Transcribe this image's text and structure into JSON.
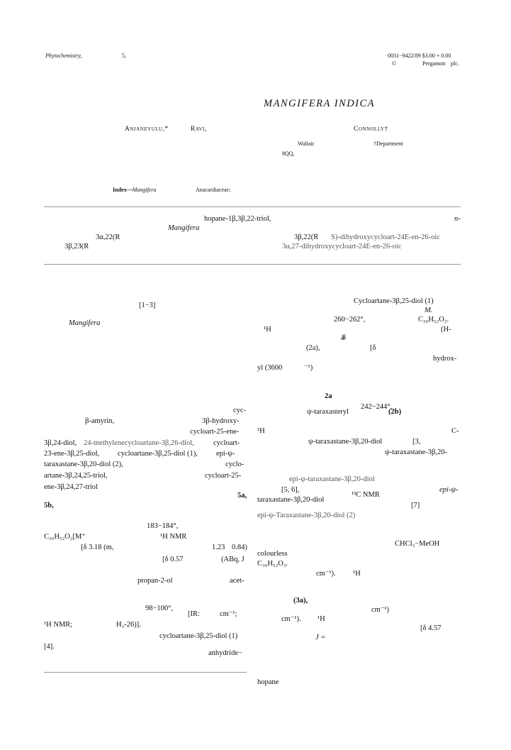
{
  "header": {
    "journal": "Phytochemistry,",
    "volume_frag": "5,",
    "issn_price": "0031−9422/89 $3.00 + 0.00",
    "copyright": "©",
    "publisher": "Pergamon",
    "publisher_suffix": "plc."
  },
  "article": {
    "title": "MANGIFERA INDICA",
    "author_1": "Anjaneyulu,*",
    "author_2": "Ravi,",
    "author_3": "Connolly†",
    "affil_1": "Waltair",
    "affil_2": "†Department",
    "affil_3": "8QQ,"
  },
  "keywords": {
    "label": "Index—",
    "genus": "Mangifera",
    "family": "Anacardiaceae;"
  },
  "abstract": {
    "l1a": "hopane-1β,3β,22-triol,",
    "l1b": "n-",
    "l2a": "Mangifera",
    "l3a": "3α,22(R",
    "l3b": "3β,22(R",
    "l3c": "S)-dihydroxycycloart-24E-en-26-oic",
    "l4a": "3β,23(R",
    "l4b": "3α,27-dihydroxycycloart-24E-en-26-oic"
  },
  "left_col": [
    {
      "text": "[1−3]",
      "cls": "md"
    },
    {
      "text": "Mangifera",
      "cls": "md it"
    },
    {
      "text": "cyc-",
      "cls": "md"
    },
    {
      "text": "β-amyrin,",
      "cls": "md"
    },
    {
      "text": "3β-hydroxy-",
      "cls": "md"
    },
    {
      "text": "cycloart-25-ene-",
      "cls": "md"
    },
    {
      "text": "3β,24-diol,",
      "cls": "md"
    },
    {
      "text": "24-methylenecycloartane-3β,26-diol,",
      "cls": "md hl"
    },
    {
      "text": "cycloart-",
      "cls": "md"
    },
    {
      "text": "23-ene-3β,25-diol,",
      "cls": "md"
    },
    {
      "text": "cycloartane-3β,25-diol (1),",
      "cls": "md"
    },
    {
      "text": "epi-ψ-",
      "cls": "md"
    },
    {
      "text": "taraxastane-3β,20-diol (2),",
      "cls": "md"
    },
    {
      "text": "cyclo-",
      "cls": "md"
    },
    {
      "text": "artane-3β,24,25-triol,",
      "cls": "md"
    },
    {
      "text": "cycloart-25-",
      "cls": "md"
    },
    {
      "text": "ene-3β,24,27-triol",
      "cls": "md"
    },
    {
      "text": "5a,",
      "cls": "md b"
    },
    {
      "text": "5b,",
      "cls": "md b"
    },
    {
      "text": "183−184°,",
      "cls": "md"
    },
    {
      "text": "C₃₀H₅₂O₂[M⁺",
      "cls": "md"
    },
    {
      "text": "¹H NMR",
      "cls": "md"
    },
    {
      "text": "[δ 3.18 (m,",
      "cls": "md"
    },
    {
      "text": "1.23",
      "cls": "md"
    },
    {
      "text": "0.84)",
      "cls": "md"
    },
    {
      "text": "[δ 0.57",
      "cls": "md"
    },
    {
      "text": "(ABq, J",
      "cls": "md"
    },
    {
      "text": "propan-2-ol",
      "cls": "md"
    },
    {
      "text": "acet-",
      "cls": "md"
    },
    {
      "text": "98−100°,",
      "cls": "md"
    },
    {
      "text": "[IR:",
      "cls": "md"
    },
    {
      "text": "cm⁻¹;",
      "cls": "md"
    },
    {
      "text": "¹H NMR;",
      "cls": "md"
    },
    {
      "text": "H₂-26)].",
      "cls": "md"
    },
    {
      "text": "cycloartane-3β,25-diol (1)",
      "cls": "md"
    },
    {
      "text": "[4].",
      "cls": "md"
    },
    {
      "text": "anhydride−",
      "cls": "md"
    }
  ],
  "right_col": [
    {
      "text": "Cycloartane-3β,25-diol (1)",
      "cls": "md"
    },
    {
      "text": "M.",
      "cls": "md it"
    },
    {
      "text": "260−262°,",
      "cls": "md"
    },
    {
      "text": "C₃₀H₅₂O₂.",
      "cls": "md"
    },
    {
      "text": "¹H",
      "cls": "md"
    },
    {
      "text": "δ",
      "cls": "md it"
    },
    {
      "text": "(H-",
      "cls": "md"
    },
    {
      "text": "δ",
      "cls": "md it"
    },
    {
      "text": "(2a),",
      "cls": "md"
    },
    {
      "text": "[δ",
      "cls": "md"
    },
    {
      "text": "hydrox-",
      "cls": "md"
    },
    {
      "text": "yl (3600",
      "cls": "md"
    },
    {
      "text": "⁻¹)",
      "cls": "md"
    },
    {
      "text": "2a",
      "cls": "md b"
    },
    {
      "text": "242−244°,",
      "cls": "md"
    },
    {
      "text": "ψ-taraxasteryl",
      "cls": "md"
    },
    {
      "text": "(2b)",
      "cls": "md b"
    },
    {
      "text": "¹H",
      "cls": "md"
    },
    {
      "text": "C-",
      "cls": "md"
    },
    {
      "text": "ψ-taraxastane-3β,20-diol",
      "cls": "md"
    },
    {
      "text": "[3,",
      "cls": "md"
    },
    {
      "text": "ψ-taraxastane-3β,20-",
      "cls": "md"
    },
    {
      "text": "epi-ψ-taraxastane-3β,20-diol",
      "cls": "md hl"
    },
    {
      "text": "[5, 6],",
      "cls": "md"
    },
    {
      "text": "epi-ψ-",
      "cls": "md it"
    },
    {
      "text": "taraxastane-3β,20-diol",
      "cls": "md"
    },
    {
      "text": "¹³C NMR",
      "cls": "md"
    },
    {
      "text": "[7]",
      "cls": "md"
    },
    {
      "text": "epi-ψ-Taraxastane-3β,20-diol (2)",
      "cls": "md hl"
    },
    {
      "text": "CHCl₃−MeOH",
      "cls": "md"
    },
    {
      "text": "colourless",
      "cls": "md"
    },
    {
      "text": "C₃₀H₅₂O₃.",
      "cls": "md"
    },
    {
      "text": "cm⁻¹).",
      "cls": "md"
    },
    {
      "text": "¹H",
      "cls": "md"
    },
    {
      "text": "(3a),",
      "cls": "md b"
    },
    {
      "text": "cm⁻¹)",
      "cls": "md"
    },
    {
      "text": "cm⁻¹).",
      "cls": "md"
    },
    {
      "text": "¹H",
      "cls": "md"
    },
    {
      "text": "[δ 4.57",
      "cls": "md"
    },
    {
      "text": "J =",
      "cls": "md it"
    }
  ],
  "footer": {
    "right_foot": "hopane"
  }
}
